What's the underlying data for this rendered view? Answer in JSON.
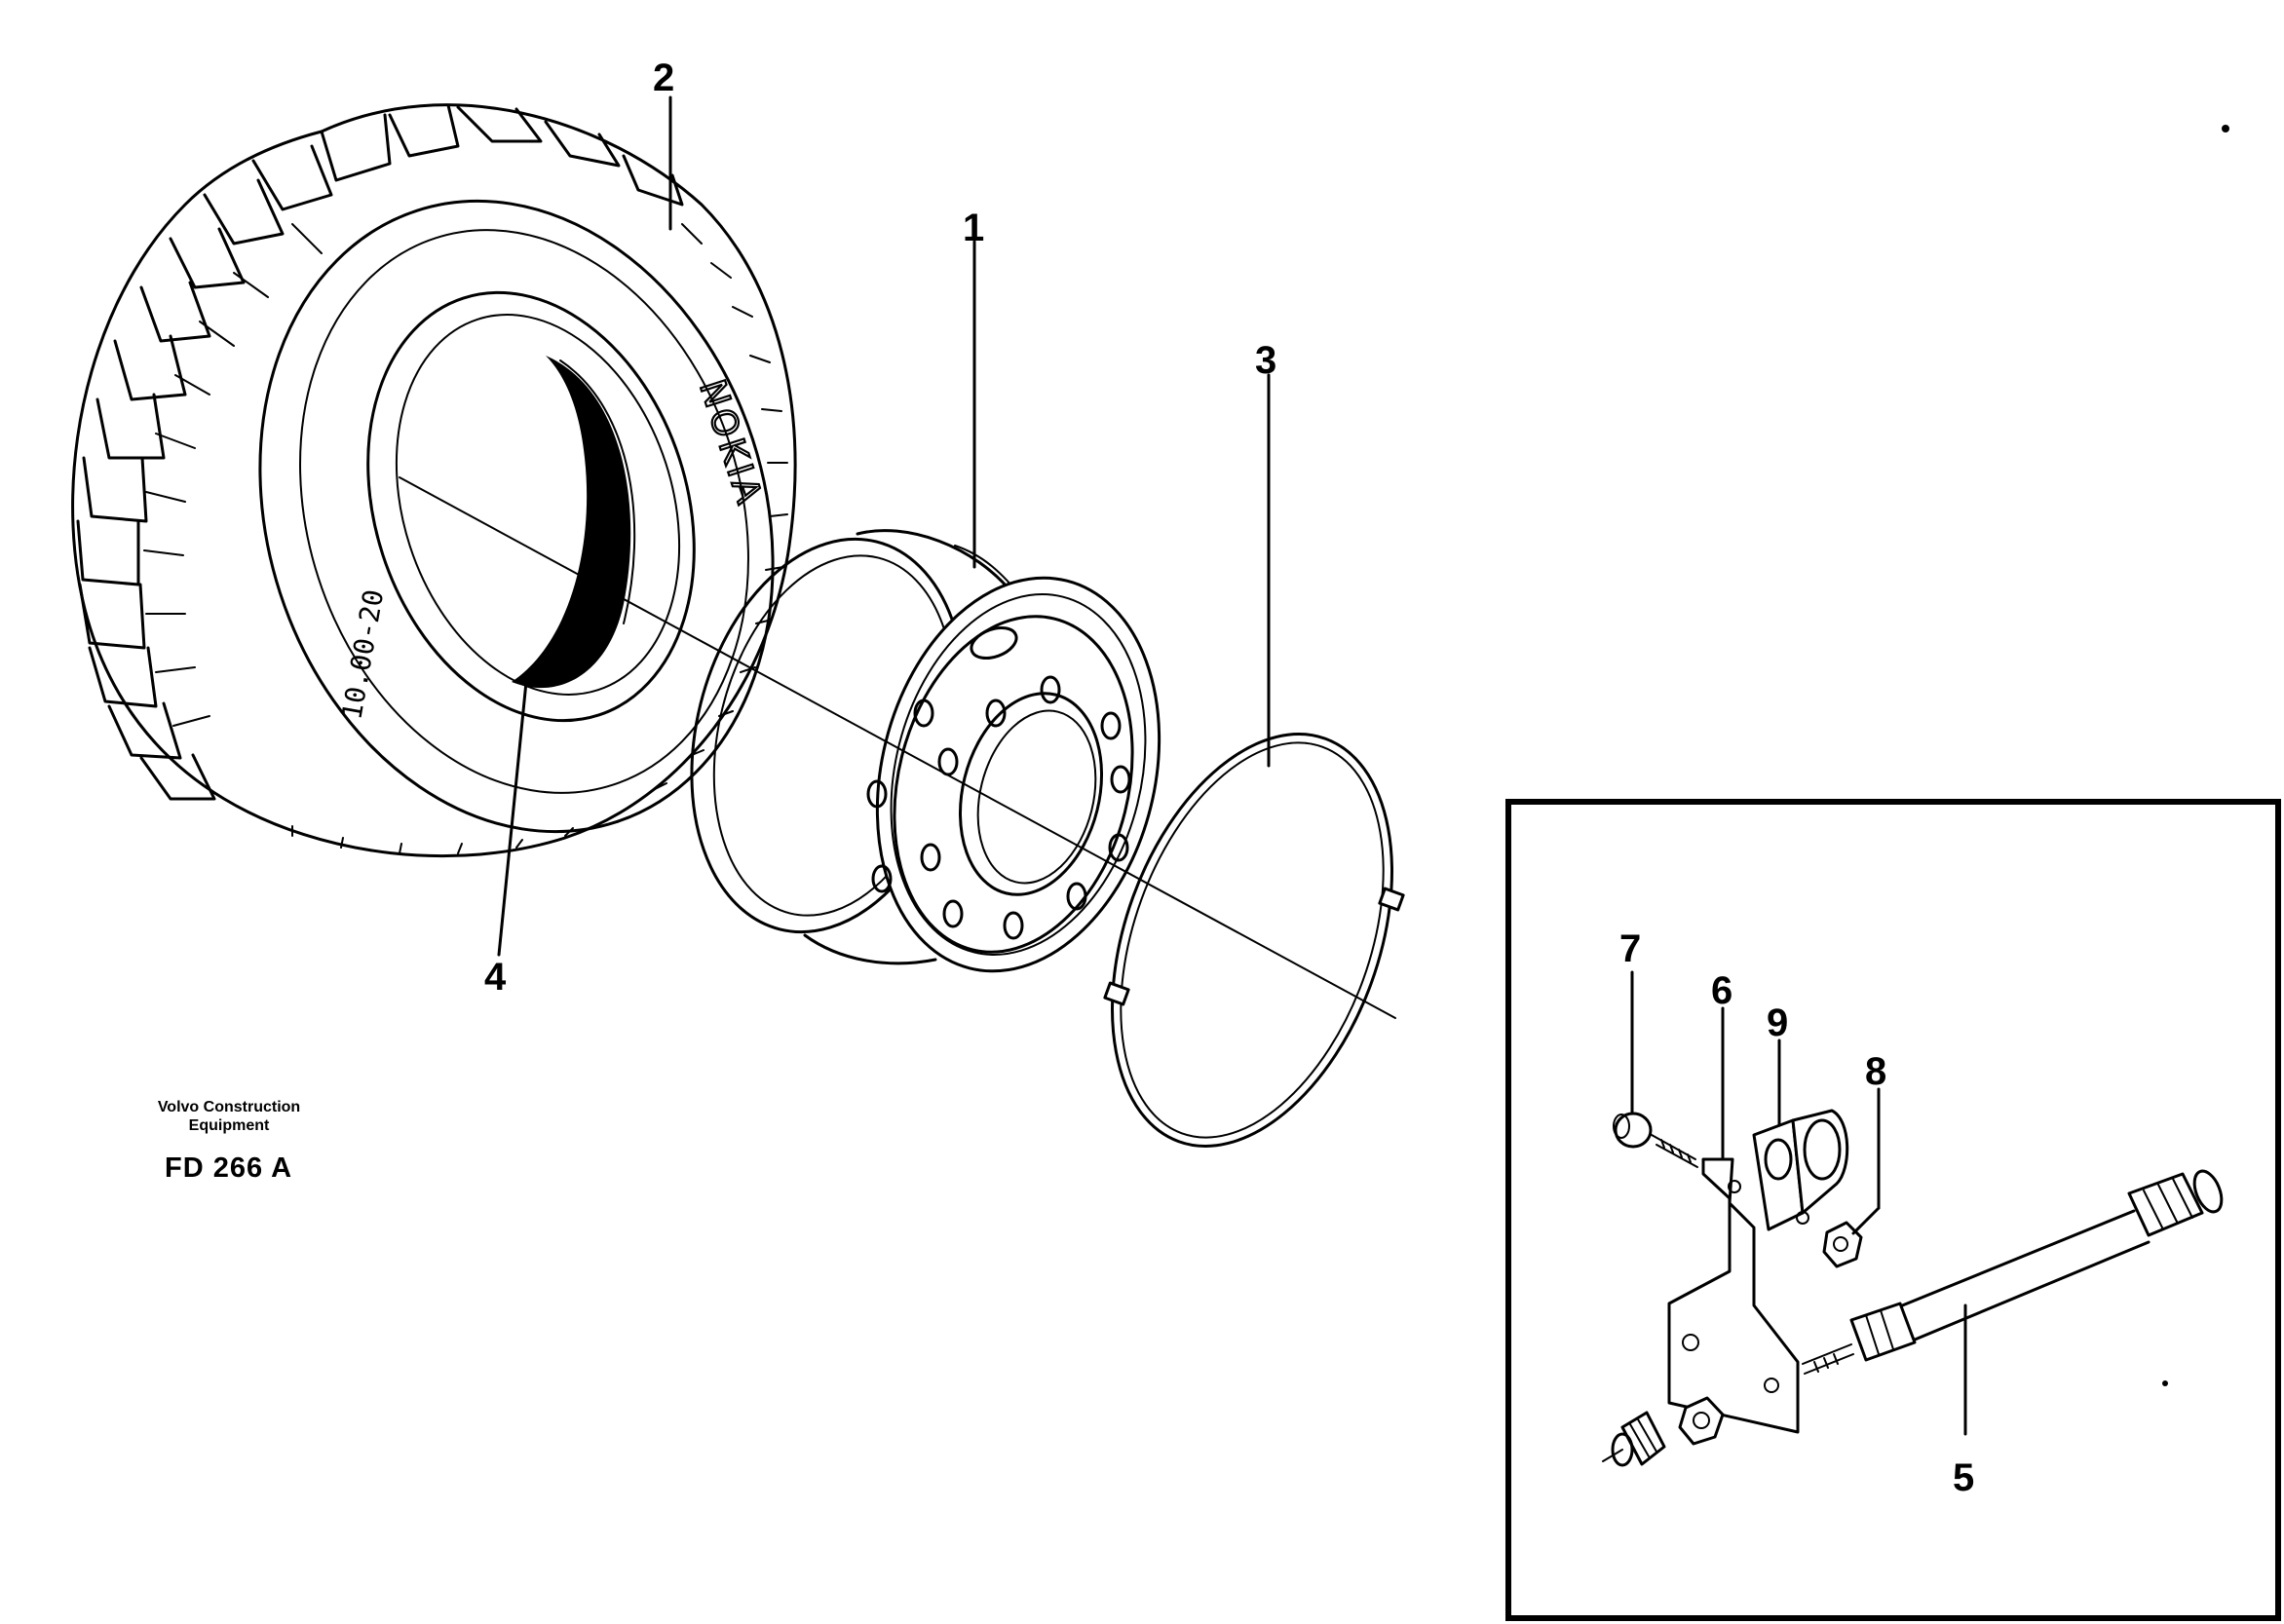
{
  "callouts": {
    "c1": "1",
    "c2": "2",
    "c3": "3",
    "c4": "4",
    "c5": "5",
    "c6": "6",
    "c7": "7",
    "c8": "8",
    "c9": "9"
  },
  "tire": {
    "brand": "NOKIA",
    "size": "10.00-20"
  },
  "credit": {
    "line1": "Volvo Construction",
    "line2": "Equipment"
  },
  "figure_id": "FD 266 A"
}
